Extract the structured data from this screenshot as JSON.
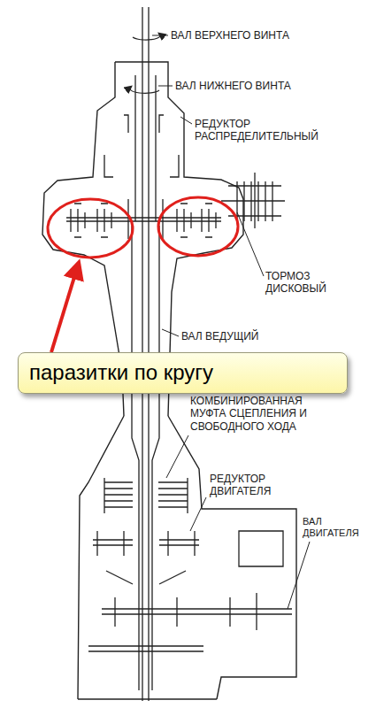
{
  "diagram": {
    "nodes": [
      {
        "text": [
          "паразитки по кругу"
        ]
      }
    ],
    "labels": [
      "ВАЛ ВЕРХНЕГО ВИНТА",
      "ВАЛ НИЖНЕГО ВИНТА",
      "РЕДУКТОР РАСПРЕДЕЛИТЕЛЬНЫЙ",
      "ТОРМОЗ ДИСКОВЫЙ",
      "ВАЛ ВЕДУЩИЙ",
      "КОМБИНИРОВАННАЯ МУФТА СЦЕПЛЕНИЯ И СВОБОДНОГО ХОДА",
      "РЕДУКТОР ДВИГАТЕЛЯ",
      "ВАЛ ДВИГАТЕЛЯ"
    ]
  }
}
